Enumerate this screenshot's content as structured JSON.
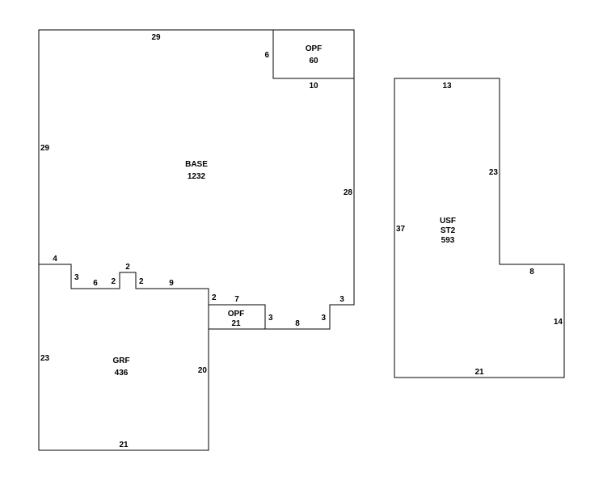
{
  "areas": {
    "base": {
      "code": "BASE",
      "size": "1232"
    },
    "opf_top": {
      "code": "OPF",
      "size": "60"
    },
    "opf_small": {
      "code": "OPF",
      "size": "21"
    },
    "grf": {
      "code": "GRF",
      "size": "436"
    },
    "usf": {
      "code": "USF",
      "story": "ST2",
      "size": "593"
    }
  },
  "dims": {
    "base_top": "29",
    "base_left": "29",
    "base_right": "28",
    "opf_top_left": "6",
    "opf_top_bottom": "10",
    "step_4": "4",
    "step_3a": "3",
    "step_6": "6",
    "step_2a": "2",
    "step_2b": "2",
    "step_2c": "2",
    "step_9": "9",
    "step_2d": "2",
    "opf_small_top": "7",
    "opf_small_right": "3",
    "step_8": "8",
    "step_3b": "3",
    "step_3c": "3",
    "grf_left": "23",
    "grf_right": "20",
    "grf_bottom": "21",
    "usf_top": "13",
    "usf_right_upper": "23",
    "usf_left": "37",
    "usf_step": "8",
    "usf_right_lower": "14",
    "usf_bottom": "21"
  }
}
